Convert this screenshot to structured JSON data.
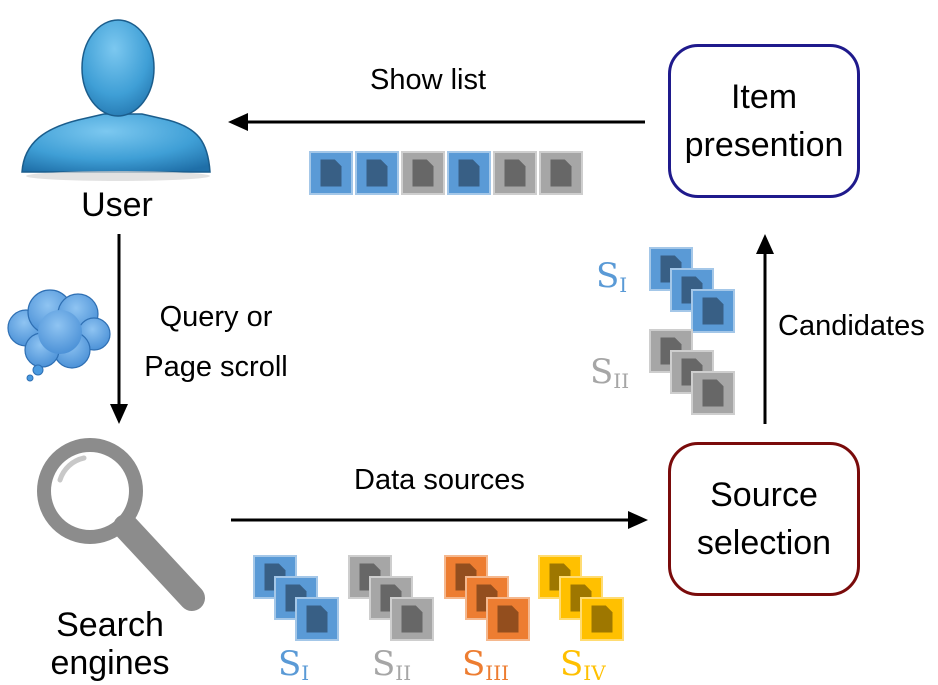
{
  "colors": {
    "blue": "#5a9ad6",
    "gray": "#a6a6a6",
    "orange": "#ed7d31",
    "yellow": "#ffc000",
    "box_navy": "#1f1a8c",
    "box_maroon": "#7a0b0b",
    "user_icon": "#3f9fd6",
    "cloud": "#4a9ae0",
    "magnifier": "#8c8c8c"
  },
  "nodes": {
    "user": "User",
    "search_engines": [
      "Search",
      "engines"
    ],
    "item_presentation": [
      "Item",
      "presention"
    ],
    "source_selection": [
      "Source",
      "selection"
    ]
  },
  "edges": {
    "show_list": "Show list",
    "query": [
      "Query or",
      "Page scroll"
    ],
    "data_sources": "Data sources",
    "candidates": "Candidates"
  },
  "sources": [
    {
      "letter": "S",
      "numeral": "I",
      "color": "#5a9ad6"
    },
    {
      "letter": "S",
      "numeral": "II",
      "color": "#a6a6a6"
    },
    {
      "letter": "S",
      "numeral": "III",
      "color": "#ed7d31"
    },
    {
      "letter": "S",
      "numeral": "IV",
      "color": "#ffc000"
    }
  ],
  "candidate_sources": [
    {
      "letter": "S",
      "numeral": "I",
      "color": "#5a9ad6"
    },
    {
      "letter": "S",
      "numeral": "II",
      "color": "#a6a6a6"
    }
  ],
  "show_list_items": [
    "blue",
    "blue",
    "gray",
    "blue",
    "gray",
    "gray"
  ],
  "icons": [
    "user-icon",
    "thought-cloud-icon",
    "magnifier-icon",
    "document-icon"
  ]
}
